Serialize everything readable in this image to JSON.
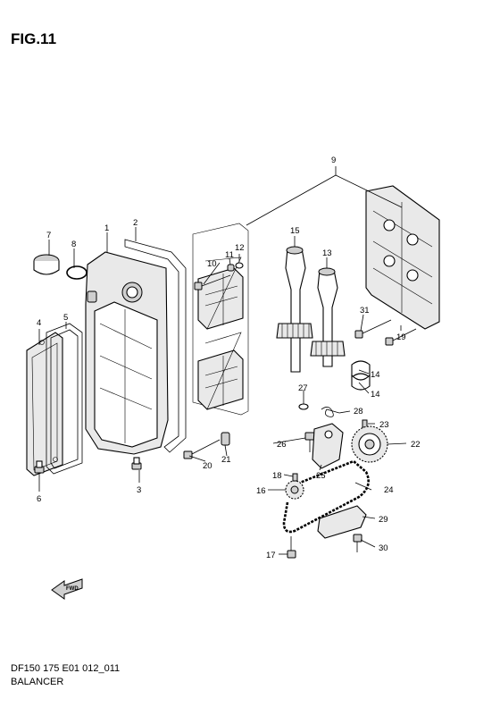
{
  "figure": {
    "title": "FIG.11"
  },
  "footer": {
    "code": "DF150 175 E01 012_011",
    "name": "BALANCER"
  },
  "fwd_label": "FWD",
  "callouts": [
    {
      "id": "c1",
      "label": "1"
    },
    {
      "id": "c2",
      "label": "2"
    },
    {
      "id": "c3",
      "label": "3"
    },
    {
      "id": "c4",
      "label": "4"
    },
    {
      "id": "c5",
      "label": "5"
    },
    {
      "id": "c6",
      "label": "6"
    },
    {
      "id": "c7",
      "label": "7"
    },
    {
      "id": "c8",
      "label": "8"
    },
    {
      "id": "c9",
      "label": "9"
    },
    {
      "id": "c10",
      "label": "10"
    },
    {
      "id": "c11",
      "label": "11"
    },
    {
      "id": "c12",
      "label": "12"
    },
    {
      "id": "c13",
      "label": "13"
    },
    {
      "id": "c14a",
      "label": "14"
    },
    {
      "id": "c14b",
      "label": "14"
    },
    {
      "id": "c15",
      "label": "15"
    },
    {
      "id": "c16",
      "label": "16"
    },
    {
      "id": "c17",
      "label": "17"
    },
    {
      "id": "c18",
      "label": "18"
    },
    {
      "id": "c19",
      "label": "19"
    },
    {
      "id": "c20",
      "label": "20"
    },
    {
      "id": "c21",
      "label": "21"
    },
    {
      "id": "c22",
      "label": "22"
    },
    {
      "id": "c23",
      "label": "23"
    },
    {
      "id": "c24",
      "label": "24"
    },
    {
      "id": "c25",
      "label": "25"
    },
    {
      "id": "c26",
      "label": "26"
    },
    {
      "id": "c27",
      "label": "27"
    },
    {
      "id": "c28",
      "label": "28"
    },
    {
      "id": "c29",
      "label": "29"
    },
    {
      "id": "c30",
      "label": "30"
    },
    {
      "id": "c31",
      "label": "31"
    }
  ]
}
